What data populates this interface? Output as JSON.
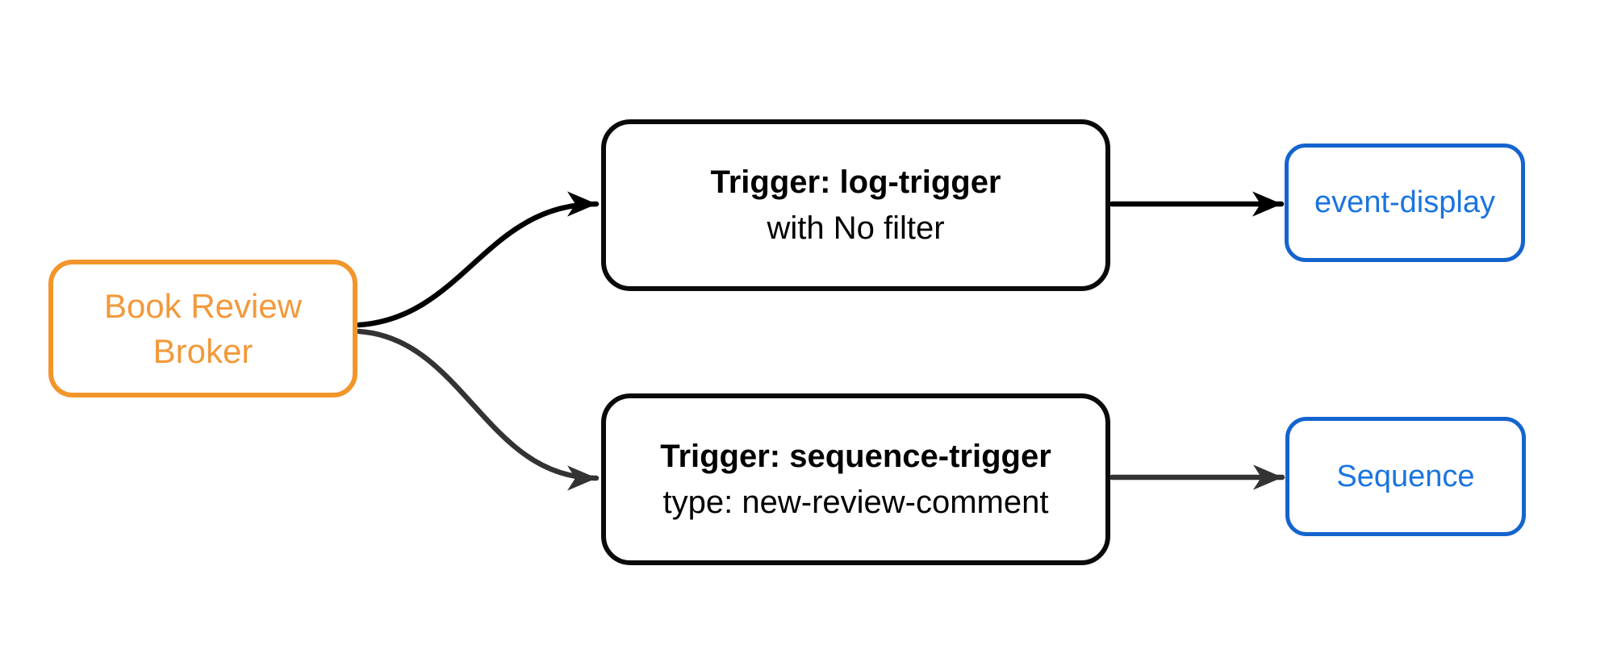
{
  "diagram": {
    "type": "flowchart",
    "direction": "left-to-right",
    "background": "#ffffff",
    "nodes": {
      "broker": {
        "label": "Book Review Broker",
        "lines": [
          "Book Review",
          "Broker"
        ],
        "shape": "rounded-rect",
        "border_color": "#f2962c",
        "text_color": "#f2993b"
      },
      "log_trigger": {
        "title": "Trigger: log-trigger",
        "subtitle": "with No filter",
        "shape": "rounded-rect",
        "border_color": "#0a0a0a",
        "text_color": "#000000"
      },
      "sequence_trigger": {
        "title": "Trigger: sequence-trigger",
        "subtitle": "type: new-review-comment",
        "shape": "rounded-rect",
        "border_color": "#0a0a0a",
        "text_color": "#000000"
      },
      "event_display": {
        "label": "event-display",
        "shape": "rounded-rect",
        "border_color": "#1464cf",
        "text_color": "#1b74df"
      },
      "sequence": {
        "label": "Sequence",
        "shape": "rounded-rect",
        "border_color": "#1464cf",
        "text_color": "#1b74df"
      }
    },
    "edges": [
      {
        "from": "broker",
        "to": "log_trigger",
        "style": "curved",
        "arrow": "filled-triangle",
        "color": "#000000"
      },
      {
        "from": "broker",
        "to": "sequence_trigger",
        "style": "curved",
        "arrow": "filled-triangle",
        "color": "#333333"
      },
      {
        "from": "log_trigger",
        "to": "event_display",
        "style": "straight",
        "arrow": "filled-triangle",
        "color": "#000000"
      },
      {
        "from": "sequence_trigger",
        "to": "sequence",
        "style": "straight",
        "arrow": "filled-triangle",
        "color": "#333333"
      }
    ],
    "colors": {
      "background": "#ffffff",
      "orange_border": "#f2962c",
      "orange_text": "#f2993b",
      "trigger_border": "#0a0a0a",
      "trigger_text": "#000000",
      "blue_border": "#1464cf",
      "blue_text": "#1b74df",
      "edge_black": "#000000",
      "edge_gray": "#333333"
    }
  }
}
